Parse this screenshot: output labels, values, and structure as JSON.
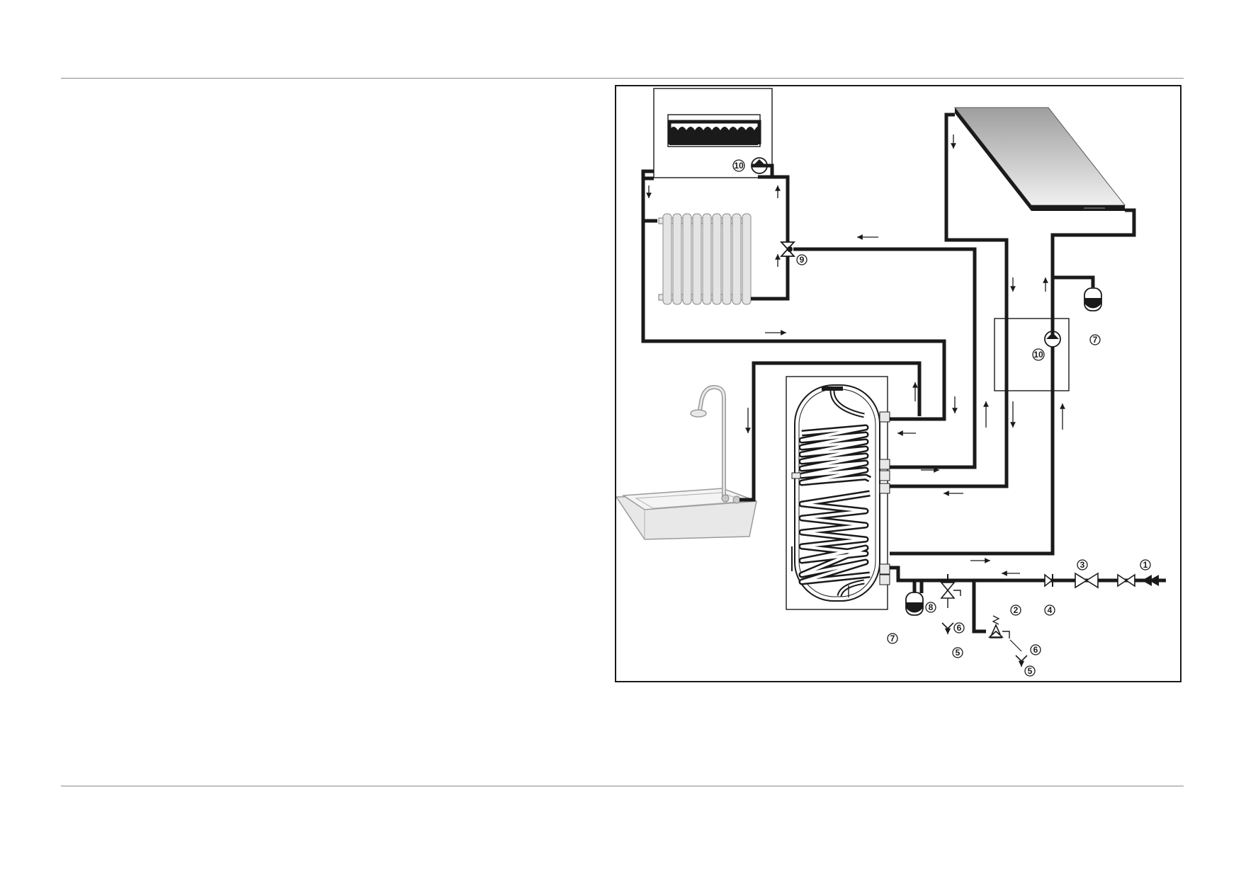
{
  "labels": {
    "l1": "1",
    "l2": "2",
    "l3": "3",
    "l4": "4",
    "l5a": "5",
    "l5b": "5",
    "l6a": "6",
    "l6b": "6",
    "l7a": "7",
    "l7b": "7",
    "l8": "8",
    "l9": "9",
    "l10a": "10",
    "l10b": "10"
  },
  "colors": {
    "pipe": "#1a1a1a",
    "fixture_fill": "#e8e8e8",
    "panel_top": "#9e9e9e",
    "panel_bottom": "#f0f0f0"
  }
}
